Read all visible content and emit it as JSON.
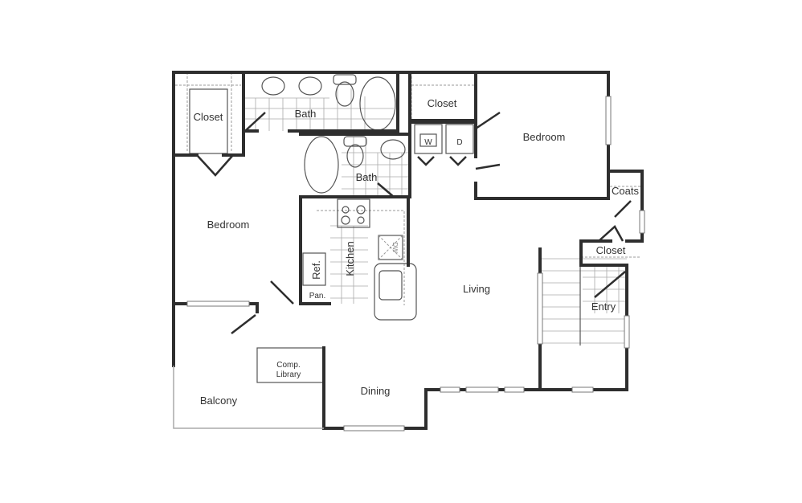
{
  "floorplan": {
    "rooms": {
      "closet_left": "Closet",
      "bath_master": "Bath",
      "closet_top": "Closet",
      "washer": "W",
      "dryer": "D",
      "bedroom_right": "Bedroom",
      "bath_second": "Bath",
      "coats": "Coats",
      "bedroom_left": "Bedroom",
      "kitchen": "Kitchen",
      "ref": "Ref.",
      "pantry": "Pan.",
      "dishwasher": "DW",
      "closet_entry": "Closet",
      "living": "Living",
      "entry": "Entry",
      "comp_library_1": "Comp.",
      "comp_library_2": "Library",
      "balcony": "Balcony",
      "dining": "Dining"
    },
    "wall_color": "#2e2e2e"
  }
}
